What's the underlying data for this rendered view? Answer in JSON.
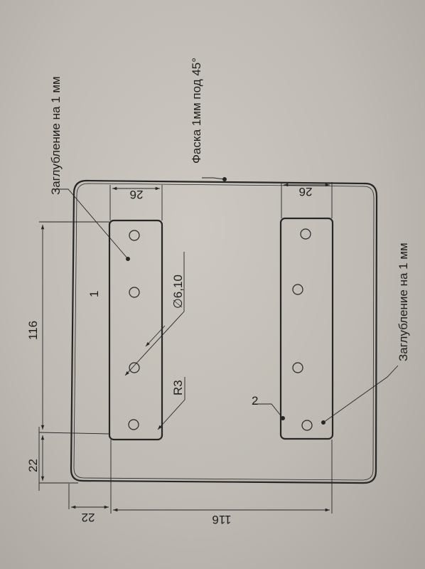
{
  "drawing": {
    "recess_note_top": "Заглубление на 1 мм",
    "recess_note_bottom": "Заглубление на 1 мм",
    "chamfer_note": "Фаска 1мм под 45°",
    "hole_dim": "∅6,10",
    "radius_dim": "R3",
    "part_1": "1",
    "part_2": "2",
    "dim_116_left": "116",
    "dim_22_left": "22",
    "dim_26_top": "26",
    "dim_26_bottom": "26",
    "dim_22_bottom": "22",
    "dim_116_bottom": "116"
  },
  "colors": {
    "line": "#262626",
    "paper": "#c7c3bc"
  }
}
